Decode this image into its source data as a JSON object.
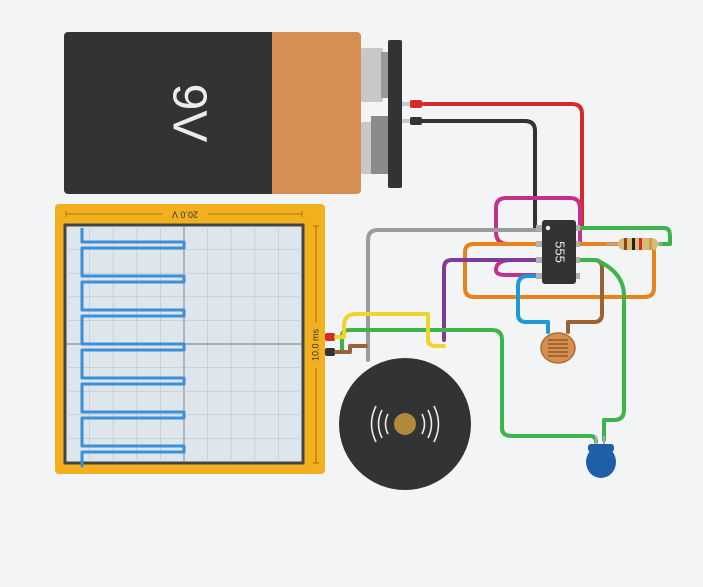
{
  "battery": {
    "label": "9V"
  },
  "oscilloscope": {
    "voltage_label": "20.0 V",
    "time_label": "10.0 ms",
    "wave_color": "#3b8fd9"
  },
  "ic": {
    "label": "555"
  },
  "colors": {
    "background": "#f3f4f6",
    "battery_body": "#333333",
    "battery_cap": "#d58f52",
    "scope_frame": "#f2b01e",
    "scope_screen": "#dde6ec",
    "wire_red": "#d42a2a",
    "wire_black": "#333333",
    "wire_magenta": "#c4308c",
    "wire_gray": "#9b9b9b",
    "wire_orange": "#e8821a",
    "wire_purple": "#7d3c98",
    "wire_cyan": "#1b9ad6",
    "wire_brown": "#9b6236",
    "wire_yellow": "#f1d42a",
    "wire_green": "#3bb54a",
    "capacitor": "#1f5fa8",
    "speaker_body": "#333333",
    "speaker_center": "#b08a3a"
  },
  "components": {
    "battery_icon": "battery-9v-icon",
    "scope_icon": "oscilloscope-icon",
    "ic_icon": "chip-555-icon",
    "resistor_icon": "resistor-icon",
    "ldr_icon": "photoresistor-icon",
    "speaker_icon": "piezo-speaker-icon",
    "capacitor_icon": "capacitor-icon"
  }
}
